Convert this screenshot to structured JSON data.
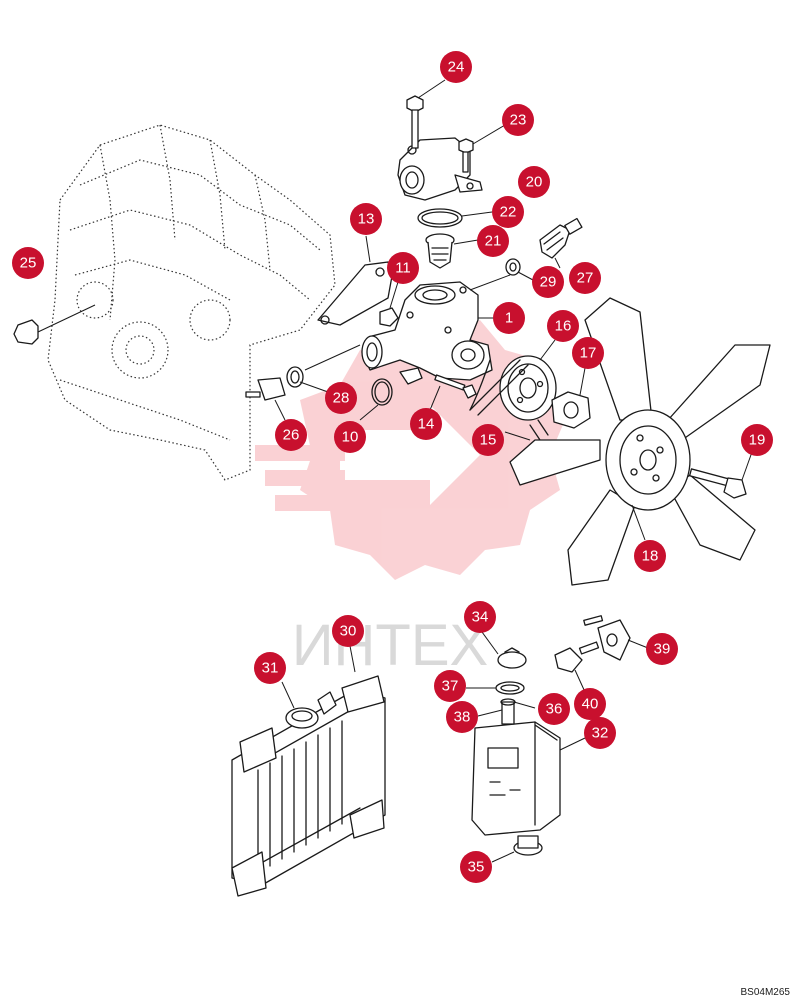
{
  "watermark": {
    "text": "ИНТЕХ",
    "color": "#e9343f"
  },
  "drawing_code": "BS04M265",
  "callout_color": "#c8102e",
  "callouts": [
    "1",
    "10",
    "11",
    "13",
    "14",
    "15",
    "16",
    "17",
    "18",
    "19",
    "20",
    "21",
    "22",
    "23",
    "24",
    "25",
    "26",
    "27",
    "28",
    "29",
    "30",
    "31",
    "32",
    "34",
    "35",
    "36",
    "37",
    "38",
    "39",
    "40"
  ]
}
